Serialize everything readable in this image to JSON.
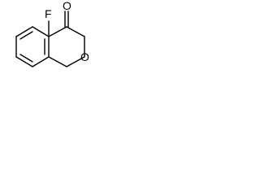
{
  "molecule": {
    "atoms": {
      "fluorine": "F",
      "carbonyl_oxygen": "O",
      "ring_oxygen": "O"
    }
  },
  "colors": {
    "bond": "#000000",
    "background": "#ffffff"
  }
}
